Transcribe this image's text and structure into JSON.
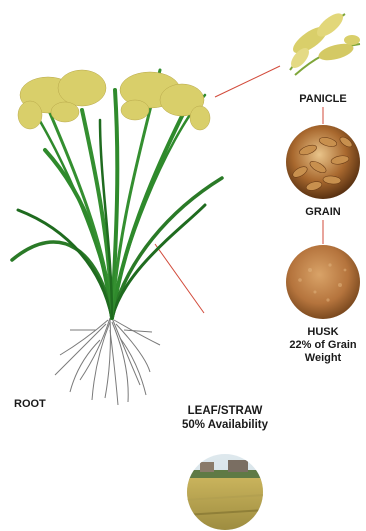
{
  "labels": {
    "panicle": "PANICLE",
    "grain": "GRAIN",
    "husk": "HUSK",
    "husk_sub1": "22% of Grain",
    "husk_sub2": "Weight",
    "root": "ROOT",
    "leaf": "LEAF/STRAW",
    "leaf_sub": "50% Availability"
  },
  "colors": {
    "leaf_green": "#2f8a2c",
    "leaf_dark": "#1f6b1f",
    "panicle_yellow": "#d9cf6a",
    "grain_brown": "#a0652d",
    "husk_brown": "#b8743e",
    "connector_red": "#d24a3a",
    "root_gray": "#7a7a7a"
  }
}
